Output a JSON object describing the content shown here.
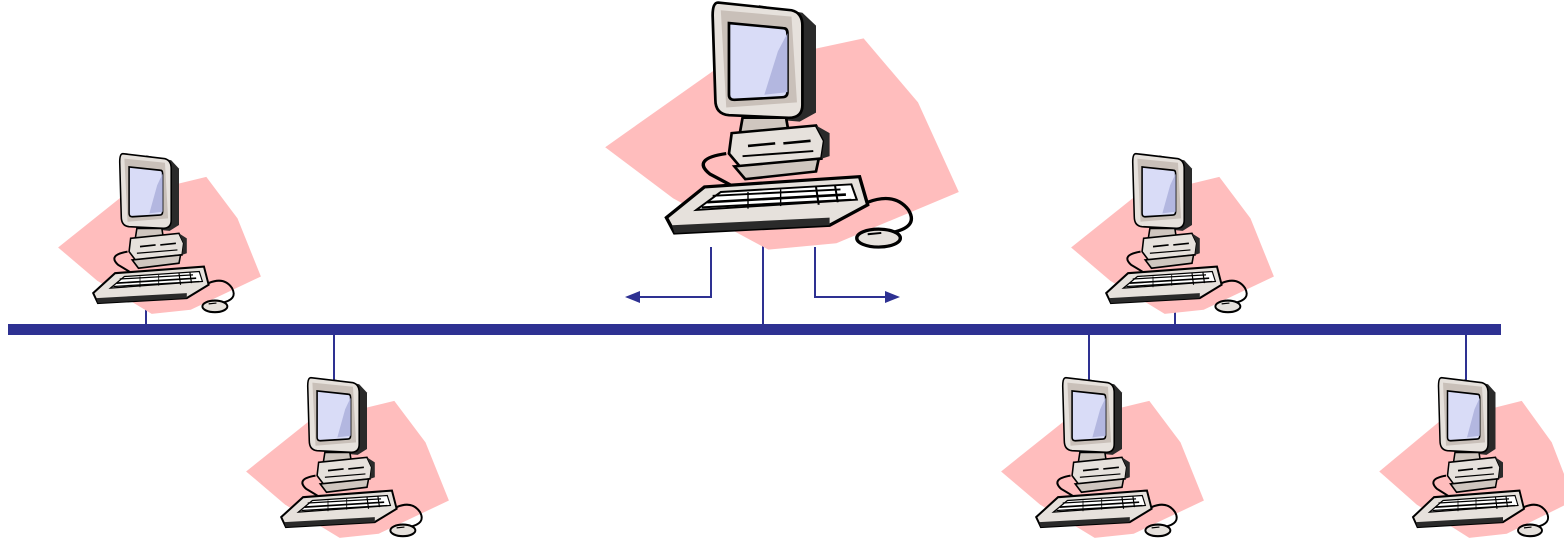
{
  "diagram": {
    "type": "bus-network-topology",
    "colors": {
      "bus": "#2e3192",
      "shadow": "#ffbdbd",
      "case": "#e6e1dc",
      "case_dark": "#b8ada7",
      "screen": "#d9dcf7",
      "screen_shade": "#b3b7e0",
      "outline": "#000000"
    },
    "nodes": [
      {
        "id": "sender",
        "role": "transmitting-station",
        "icon": "desktop-computer-icon"
      },
      {
        "id": "pc-top-left",
        "role": "station",
        "icon": "desktop-computer-icon"
      },
      {
        "id": "pc-top-right",
        "role": "station",
        "icon": "desktop-computer-icon"
      },
      {
        "id": "pc-bottom-1",
        "role": "station",
        "icon": "desktop-computer-icon"
      },
      {
        "id": "pc-bottom-2",
        "role": "station",
        "icon": "desktop-computer-icon"
      },
      {
        "id": "pc-bottom-3",
        "role": "station",
        "icon": "desktop-computer-icon"
      }
    ],
    "signal": {
      "directions": [
        "left",
        "right"
      ],
      "icon": "arrow-icon"
    }
  }
}
